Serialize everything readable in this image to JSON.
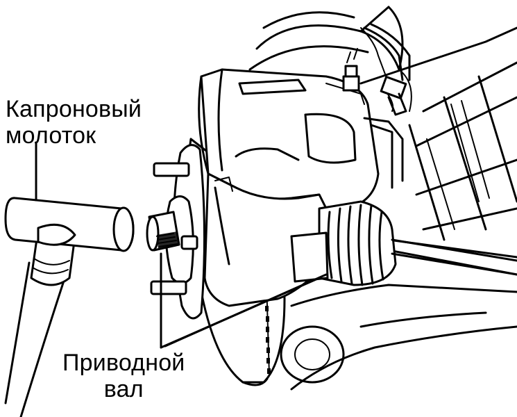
{
  "labels": {
    "hammer_line1": "Капроновый",
    "hammer_line2": "молоток",
    "shaft_line1": "Приводной",
    "shaft_line2": "вал"
  },
  "colors": {
    "line": "#000000",
    "background": "#ffffff"
  }
}
